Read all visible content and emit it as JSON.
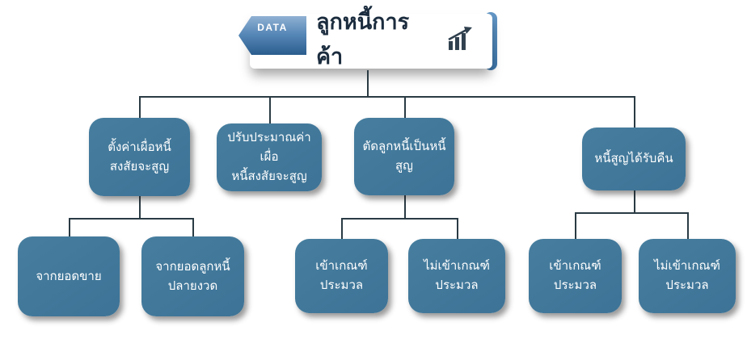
{
  "header": {
    "tag": "DATA",
    "title": "ลูกหนี้การค้า",
    "icon": "bar-chart-rising-icon"
  },
  "nodes": {
    "allowance_setup": {
      "label": "ตั้งค่าเผื่อหนี้\nสงสัยจะสูญ"
    },
    "allowance_adjust": {
      "label": "ปรับประมาณค่าเผื่อ\nหนี้สงสัยจะสูญ"
    },
    "write_off": {
      "label": "ตัดลูกหนี้เป็นหนี้\nสูญ"
    },
    "bad_debt_recovered": {
      "label": "หนี้สูญได้รับคืน"
    },
    "from_sales": {
      "label": "จากยอดขาย"
    },
    "from_ending_receivables": {
      "label": "จากยอดลูกหนี้\nปลายงวด"
    },
    "writeoff_qualified": {
      "label": "เข้าเกณฑ์\nประมวล"
    },
    "writeoff_not_qualified": {
      "label": "ไม่เข้าเกณฑ์\nประมวล"
    },
    "recovered_qualified": {
      "label": "เข้าเกณฑ์\nประมวล"
    },
    "recovered_not_qualified": {
      "label": "ไม่เข้าเกณฑ์\nประมวล"
    }
  },
  "colors": {
    "node_fill": "#41789B",
    "node_text": "#FFFFFF",
    "connector": "#2A3B44",
    "tag_blue_light": "#8FB1D3",
    "tag_blue_dark": "#2B5D8E",
    "banner_strip_blue": "#4C84B6",
    "title_text": "#1B2C3E",
    "icon_color": "#30404E"
  }
}
